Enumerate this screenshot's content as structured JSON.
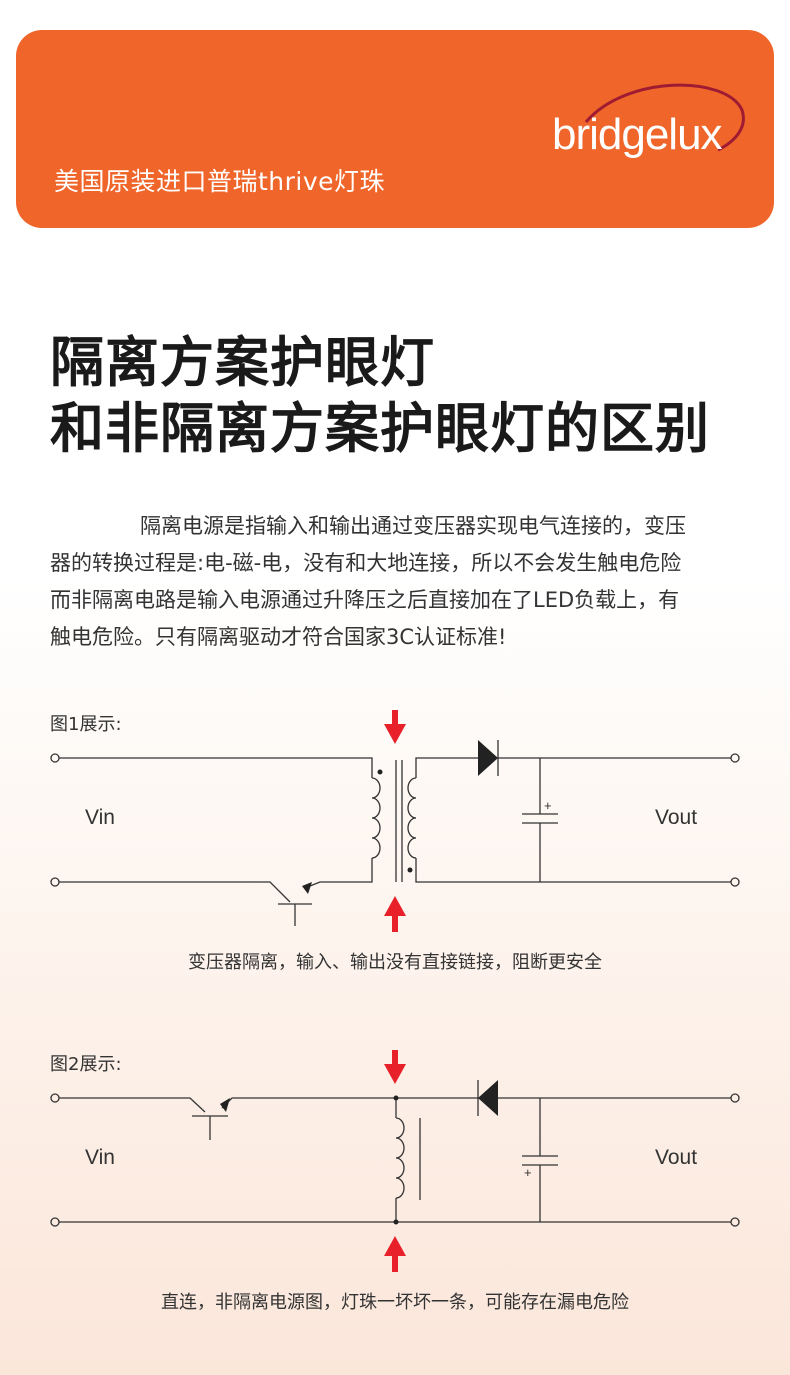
{
  "banner": {
    "text": "美国原装进口普瑞thrive灯珠",
    "logo": "bridgelux",
    "bg_color": "#f0652a"
  },
  "title": {
    "line1": "隔离方案护眼灯",
    "line2": "和非隔离方案护眼灯的区别"
  },
  "paragraph": {
    "lines": [
      "隔离电源是指输入和输出通过变压器实现电气连接的，变压",
      "器的转换过程是:电-磁-电，没有和大地连接，所以不会发生触电危险",
      "而非隔离电路是输入电源通过升降压之后直接加在了LED负载上，有",
      "触电危险。只有隔离驱动才符合国家3C认证标准!"
    ]
  },
  "figure1": {
    "label": "图1展示:",
    "vin": "Vin",
    "vout": "Vout",
    "plus": "+",
    "caption": "变压器隔离，输入、输出没有直接链接，阻断更安全"
  },
  "figure2": {
    "label": "图2展示:",
    "vin": "Vin",
    "vout": "Vout",
    "plus": "+",
    "caption": "直连，非隔离电源图，灯珠一坏坏一条，可能存在漏电危险"
  },
  "colors": {
    "accent": "#f0652a",
    "arrow": "#e8202a"
  }
}
